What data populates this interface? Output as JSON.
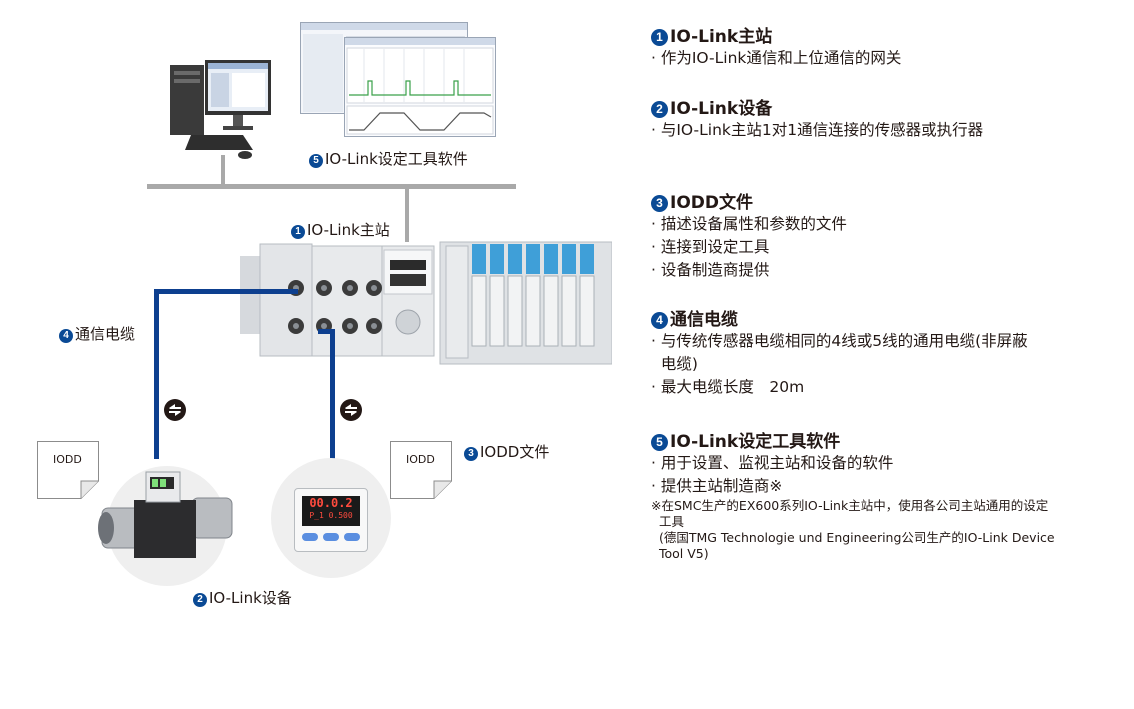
{
  "labels": {
    "software": "IO-Link设定工具软件",
    "master": "IO-Link主站",
    "cable": "通信电缆",
    "device": "IO-Link设备",
    "iodd_file": "IODD文件",
    "iodd_doc": "IODD",
    "display_top": "00.0.2",
    "display_bottom": "P_1 0.500"
  },
  "numbers": [
    "1",
    "2",
    "3",
    "4",
    "5"
  ],
  "sections": [
    {
      "num": "1",
      "title": "IO-Link主站",
      "lines": [
        "· 作为IO-Link通信和上位通信的网关"
      ]
    },
    {
      "num": "2",
      "title": "IO-Link设备",
      "lines": [
        "· 与IO-Link主站1对1通信连接的传感器或执行器"
      ]
    },
    {
      "num": "3",
      "title": "IODD文件",
      "lines": [
        "· 描述设备属性和参数的文件",
        "· 连接到设定工具",
        "· 设备制造商提供"
      ]
    },
    {
      "num": "4",
      "title": "通信电缆",
      "lines": [
        "· 与传统传感器电缆相同的4线或5线的通用电缆(非屏蔽",
        "  电缆)",
        "· 最大电缆长度　20m"
      ]
    },
    {
      "num": "5",
      "title": "IO-Link设定工具软件",
      "lines": [
        "· 用于设置、监视主站和设备的软件",
        "· 提供主站制造商※"
      ]
    }
  ],
  "note": [
    "※在SMC生产的EX600系列IO-Link主站中，使用各公司主站通用的设定",
    "  工具",
    "  (德国TMG Technologie und Engineering公司生产的IO-Link Device",
    "  Tool V5)"
  ]
}
